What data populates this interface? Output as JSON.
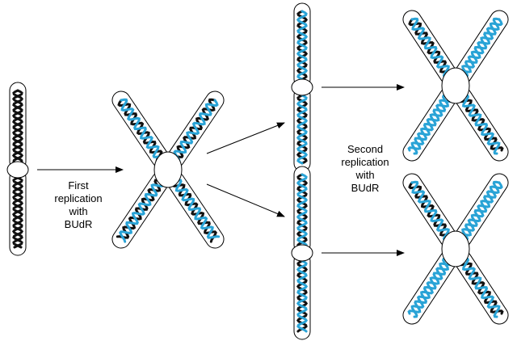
{
  "labels": {
    "first_replication": {
      "line1": "First",
      "line2": "replication",
      "line3": "with",
      "line4": "BUdR"
    },
    "second_replication": {
      "line1": "Second",
      "line2": "replication",
      "line3": "with",
      "line4": "BUdR"
    }
  },
  "colors": {
    "unlabeled_strand": "#111111",
    "budr_strand": "#29a3d6",
    "outline": "#000000",
    "background": "#ffffff"
  },
  "chromosomes": [
    {
      "stage": "initial",
      "form": "single",
      "arm_strands": [
        "unlabeled",
        "unlabeled"
      ]
    },
    {
      "stage": "after-first-replication",
      "form": "x",
      "chromatids": [
        [
          "unlabeled",
          "budr"
        ],
        [
          "unlabeled",
          "budr"
        ]
      ]
    },
    {
      "stage": "after-second-replication-top",
      "form": "single",
      "arm_strands": [
        "unlabeled",
        "budr"
      ]
    },
    {
      "stage": "after-second-replication-bottom",
      "form": "single",
      "arm_strands": [
        "unlabeled",
        "budr"
      ]
    },
    {
      "stage": "final-top",
      "form": "x",
      "chromatids": [
        [
          "unlabeled",
          "budr"
        ],
        [
          "budr",
          "budr"
        ]
      ]
    },
    {
      "stage": "final-bottom",
      "form": "x",
      "chromatids": [
        [
          "unlabeled",
          "budr"
        ],
        [
          "budr",
          "budr"
        ]
      ]
    }
  ]
}
